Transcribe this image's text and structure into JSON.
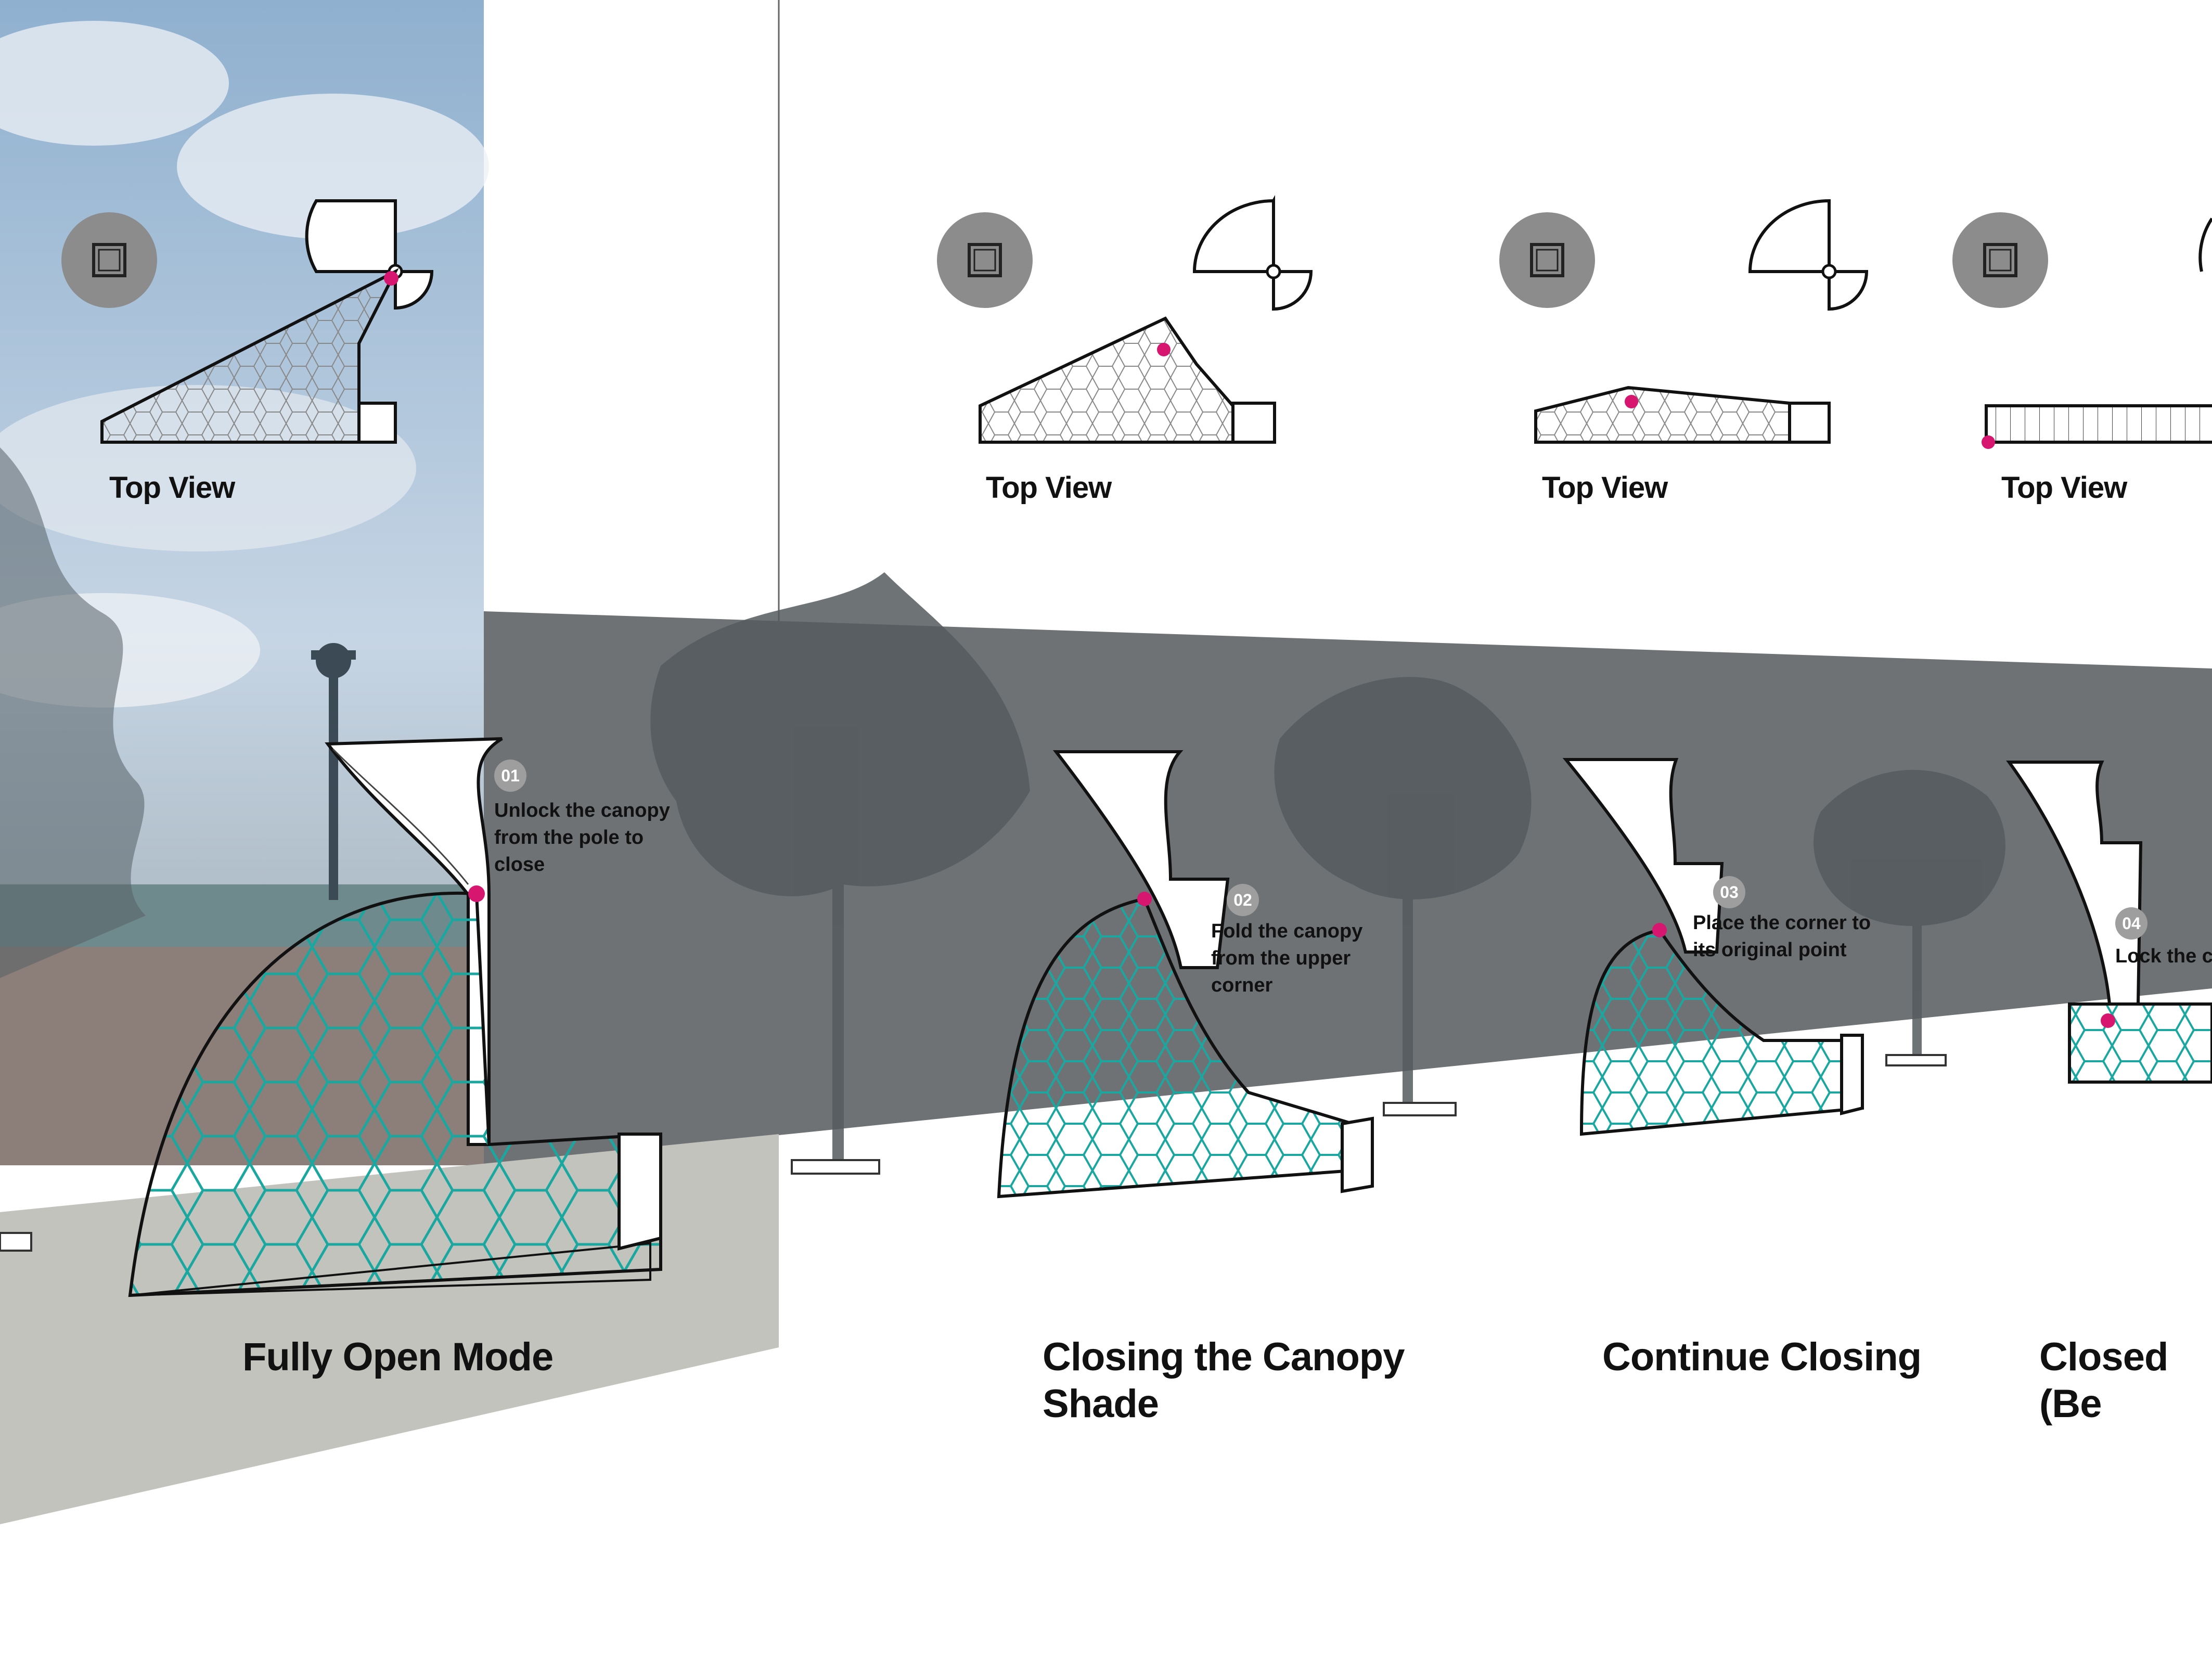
{
  "colors": {
    "accent_dot": "#d6166f",
    "canopy_mesh": "#1aa7a0",
    "wall": "#6f7275",
    "ground": "#c3c3bd",
    "tree_shadow": "#555a5e",
    "shrub": "#8c8c8c"
  },
  "panels": [
    {
      "top_view_label": "Top View",
      "title": "Fully Open Mode",
      "step_number": "01",
      "step_text": "Unlock the canopy from the pole to close"
    },
    {
      "top_view_label": "Top View",
      "title": "Closing the Canopy Shade",
      "step_number": "02",
      "step_text": "Fold the canopy from the upper corner"
    },
    {
      "top_view_label": "Top View",
      "title": "Continue Closing",
      "step_number": "03",
      "step_text": "Place the corner to its original point"
    },
    {
      "top_view_label": "Top View",
      "title": "Closed (Be",
      "step_number": "04",
      "step_text": "Lock the ca"
    }
  ]
}
